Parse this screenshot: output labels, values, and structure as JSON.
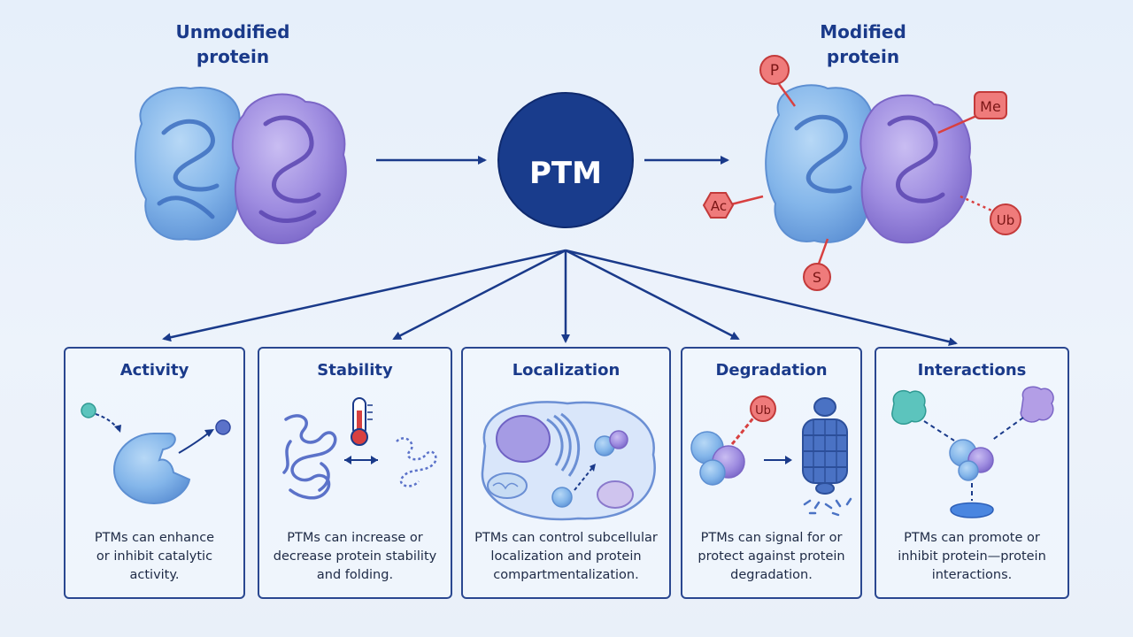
{
  "headings": {
    "unmodified": "Unmodified\nprotein",
    "modified": "Modified\nprotein",
    "center": "PTM"
  },
  "modifications": [
    {
      "label": "P"
    },
    {
      "label": "Me"
    },
    {
      "label": "Ac"
    },
    {
      "label": "Ub"
    },
    {
      "label": "S"
    }
  ],
  "cards": [
    {
      "title": "Activity",
      "description": "PTMs can enhance\nor inhibit catalytic\nactivity."
    },
    {
      "title": "Stability",
      "description": "PTMs can increase or\ndecrease protein stability\nand folding."
    },
    {
      "title": "Localization",
      "description": "PTMs can control subcellular\nlocalization and protein\ncompartmentalization."
    },
    {
      "title": "Degradation",
      "description": "PTMs can signal for or\nprotect against protein\ndegradation."
    },
    {
      "title": "Interactions",
      "description": "PTMs can promote or\ninhibit protein—protein\ninteractions."
    }
  ],
  "degradation_tag": "Ub",
  "colors": {
    "navy": "#1a3a8a",
    "protein_blue": "#7aaee6",
    "protein_purple": "#9a86da",
    "modification_red": "#e24a4a"
  }
}
